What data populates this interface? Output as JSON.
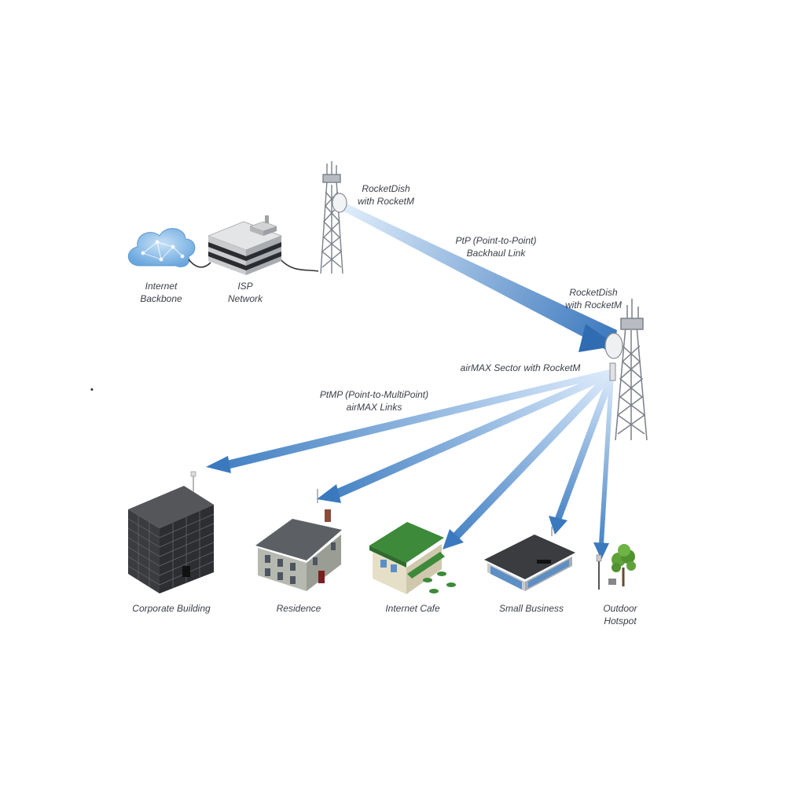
{
  "labels": {
    "internet_backbone": [
      "Internet",
      "Backbone"
    ],
    "isp_network": [
      "ISP",
      "Network"
    ],
    "rocketdish_top": [
      "RocketDish",
      "with RocketM"
    ],
    "ptp_link": [
      "PtP (Point-to-Point)",
      "Backhaul Link"
    ],
    "rocketdish_right": [
      "RocketDish",
      "with RocketM"
    ],
    "airmax_sector": [
      "airMAX Sector with RocketM"
    ],
    "ptmp_links": [
      "PtMP (Point-to-MultiPoint)",
      "airMAX Links"
    ],
    "corporate_building": [
      "Corporate Building"
    ],
    "residence": [
      "Residence"
    ],
    "internet_cafe": [
      "Internet Cafe"
    ],
    "small_business": [
      "Small Business"
    ],
    "outdoor_hotspot": [
      "Outdoor",
      "Hotspot"
    ]
  },
  "stray_mark": "•",
  "colors": {
    "link_dark": "#3f7fc3",
    "link_light": "#cfe6fb",
    "cloud": "#7fb6e6",
    "tower": "#7b8089",
    "building_dark": "#3a3b3e",
    "roof_green": "#3c8a3a",
    "house_wall": "#b9bcb2"
  }
}
